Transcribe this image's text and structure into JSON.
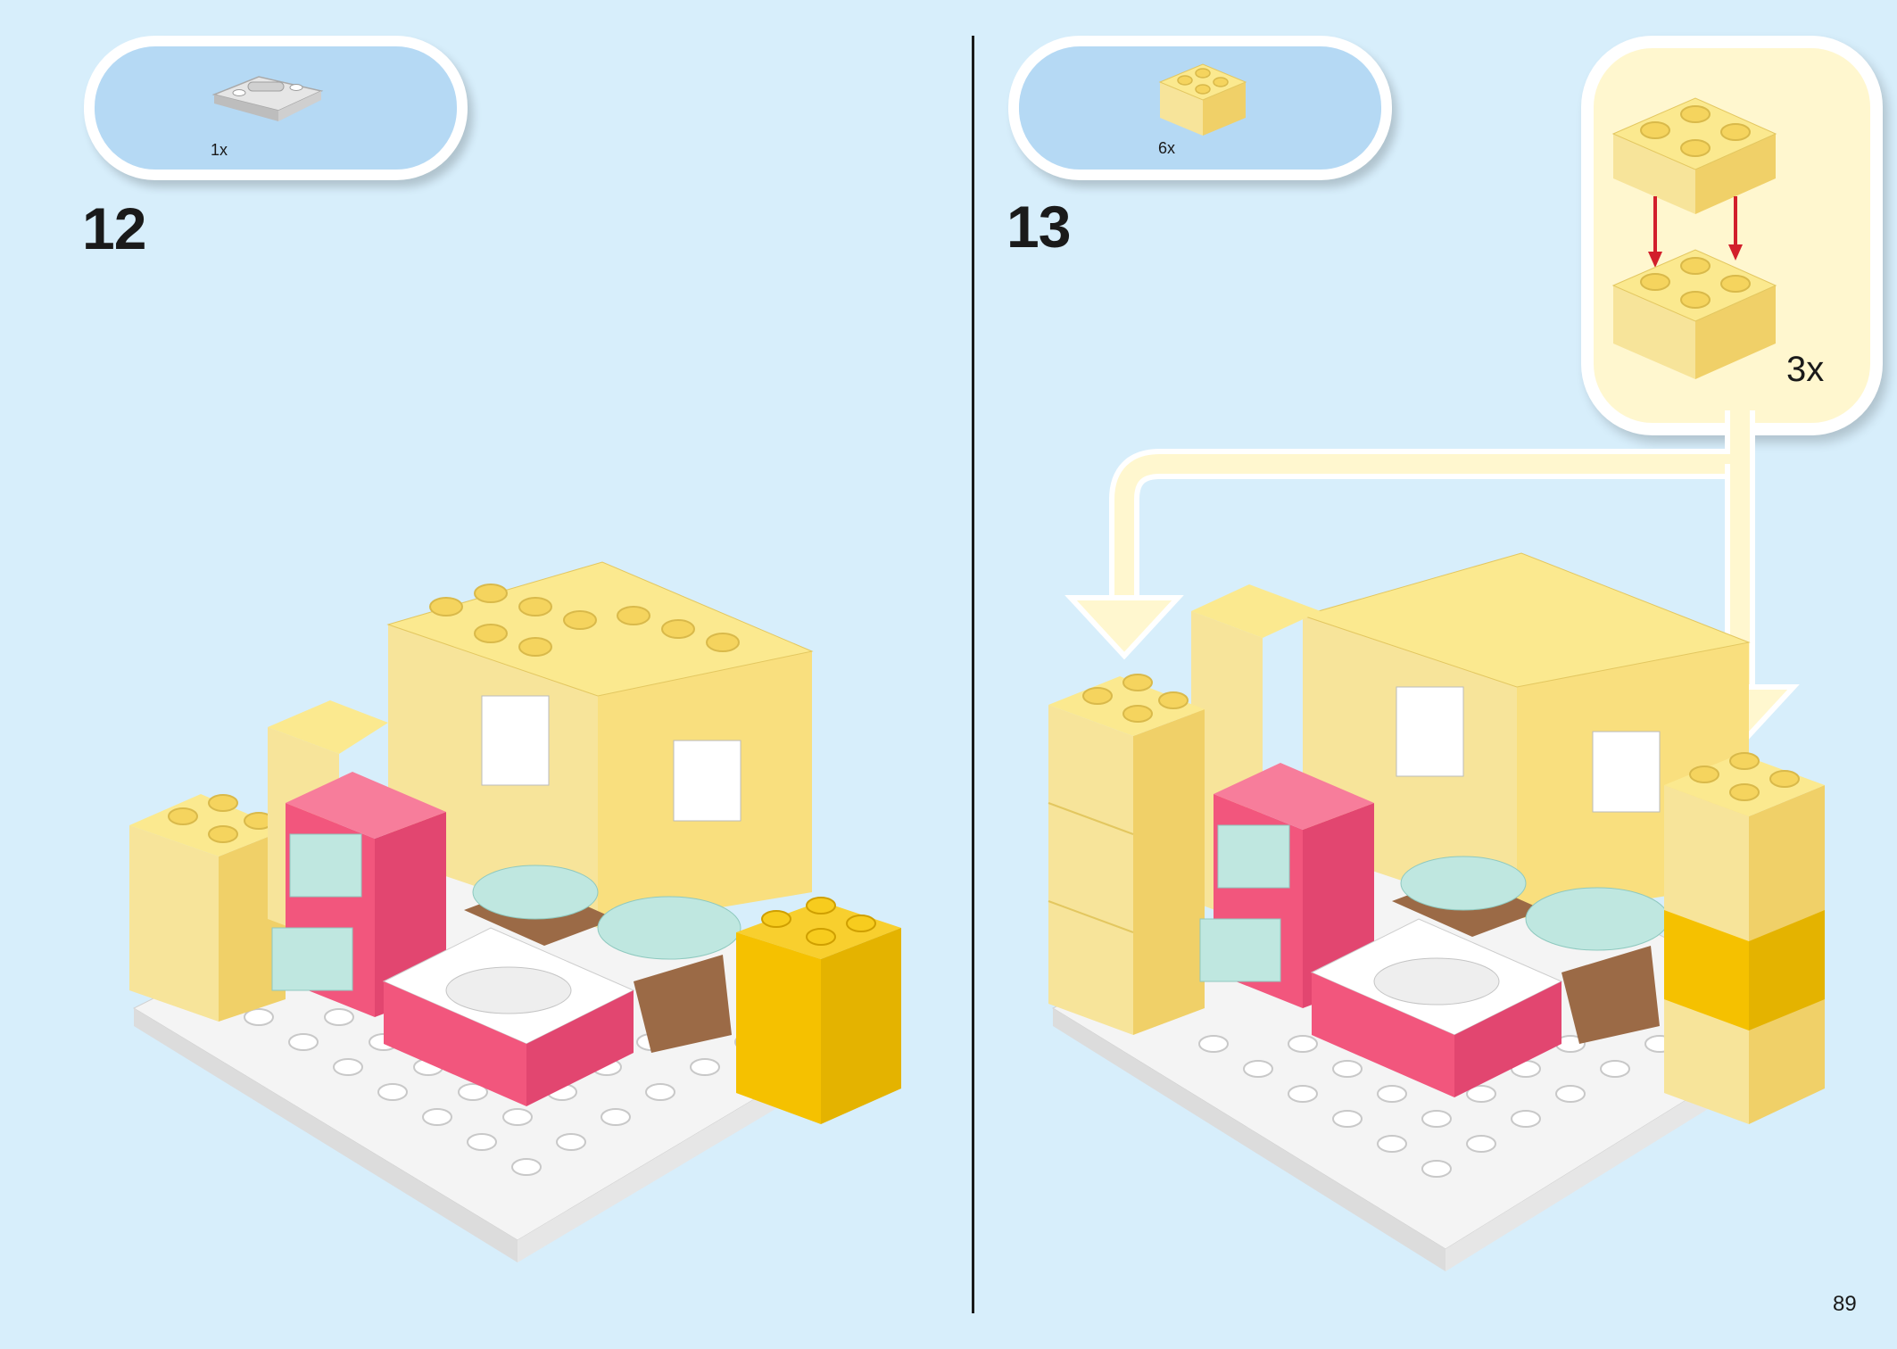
{
  "steps": [
    {
      "number": "12",
      "parts": [
        {
          "qty": "1x",
          "piece": "grey-plate-with-handle"
        }
      ]
    },
    {
      "number": "13",
      "parts": [
        {
          "qty": "6x",
          "piece": "yellow-2x2-brick"
        }
      ],
      "sub_assembly": {
        "qty": "3x"
      }
    }
  ],
  "page_number": "89",
  "colors": {
    "background": "#d7eefb",
    "parts_box": "#b5d9f4",
    "sub_box": "#fff7cf",
    "brick_yellow": "#f9df7e",
    "brick_bright_yellow": "#f5c100",
    "brick_pink": "#f2567d",
    "tile_mint": "#bfe7e0",
    "tile_brown": "#9b6a46",
    "baseplate": "#f4f4f4",
    "arrow_red": "#d21f2b"
  }
}
